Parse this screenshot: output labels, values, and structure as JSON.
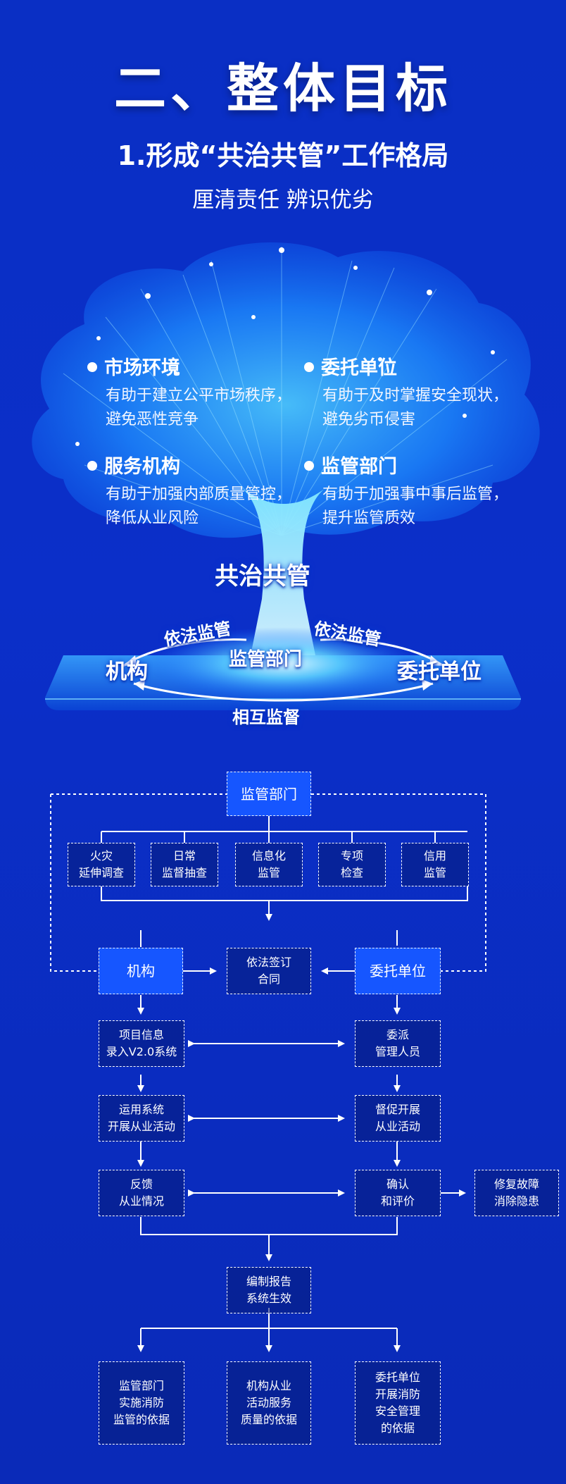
{
  "header": {
    "title": "二、整体目标",
    "subtitle": "1.形成“共治共管”工作格局",
    "tagline": "厘清责任 辨识优劣"
  },
  "tree": {
    "items": [
      {
        "head": "市场环境",
        "desc": "有助于建立公平市场秩序，\n避免恶性竞争"
      },
      {
        "head": "委托单位",
        "desc": "有助于及时掌握安全现状，\n避免劣币侵害"
      },
      {
        "head": "服务机构",
        "desc": "有助于加强内部质量管控，\n降低从业风险"
      },
      {
        "head": "监管部门",
        "desc": "有助于加强事中事后监管，\n提升监管质效"
      }
    ],
    "center": "共治共管",
    "left_arc": "依法监管",
    "right_arc": "依法监管",
    "left_node": "机构",
    "middle_node": "监管部门",
    "right_node": "委托单位",
    "bottom_arc": "相互监督"
  },
  "flow": {
    "top": "监管部门",
    "methods": [
      "火灾\n延伸调查",
      "日常\n监督抽查",
      "信息化\n监管",
      "专项\n检查",
      "信用\n监管"
    ],
    "left": "机构",
    "contract": "依法签订\n合同",
    "right": "委托单位",
    "left_steps": [
      "项目信息\n录入V2.0系统",
      "运用系统\n开展从业活动",
      "反馈\n从业情况"
    ],
    "right_steps": [
      "委派\n管理人员",
      "督促开展\n从业活动",
      "确认\n和评价"
    ],
    "repair": "修复故障\n消除隐患",
    "report": "编制报告\n系统生效",
    "outputs": [
      "监管部门\n实施消防\n监管的依据",
      "机构从业\n活动服务\n质量的依据",
      "委托单位\n开展消防\n安全管理\n的依据"
    ]
  },
  "colors": {
    "background": "#0b2fc9",
    "accent_box": "#1656ff",
    "glow": "#5fd4ff"
  }
}
